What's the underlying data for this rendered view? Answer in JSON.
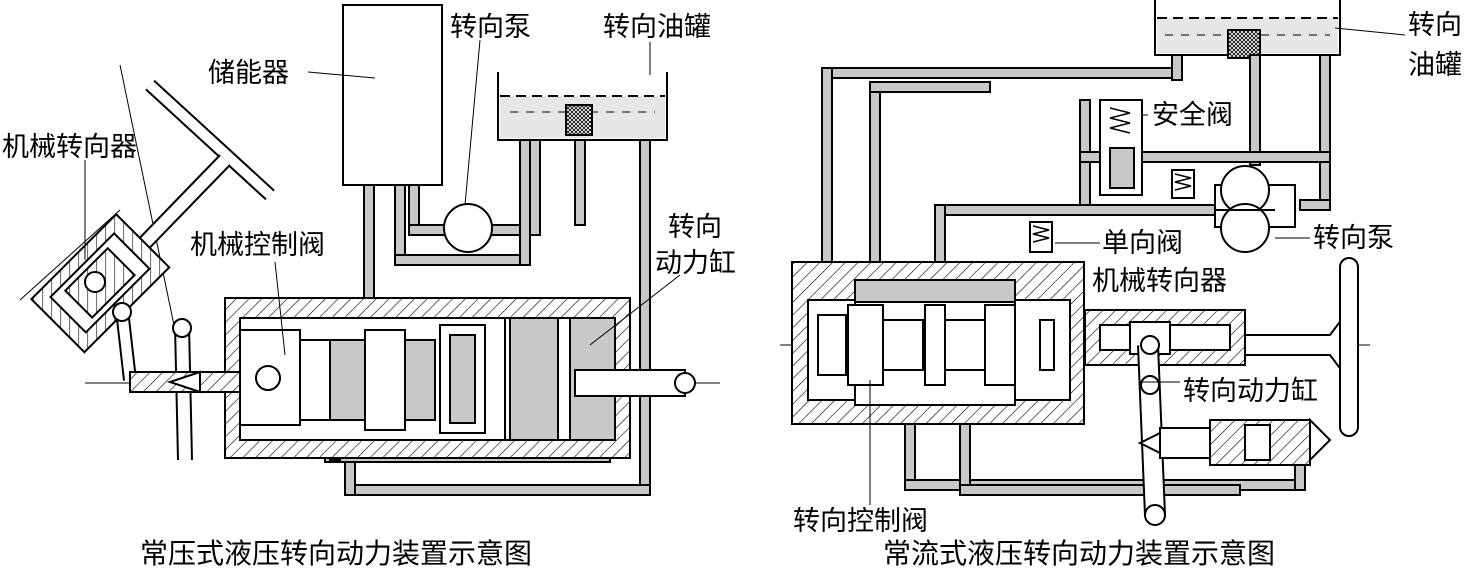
{
  "left": {
    "caption": "常压式液压转向动力装置示意图",
    "labels": {
      "accumulator": "储能器",
      "pump": "转向泵",
      "tank": "转向油罐",
      "gear": "机械转向器",
      "valve": "机械控制阀",
      "cylinder_l1": "转向",
      "cylinder_l2": "动力缸"
    }
  },
  "right": {
    "caption": "常流式液压转向动力装置示意图",
    "labels": {
      "tank_l1": "转向",
      "tank_l2": "油罐",
      "safety_valve": "安全阀",
      "check_valve": "单向阀",
      "pump": "转向泵",
      "gear": "机械转向器",
      "cylinder": "转向动力缸",
      "control_valve": "转向控制阀"
    }
  },
  "colors": {
    "line": "#000000",
    "fill": "#c8c8c8",
    "oil": "#e6e6e6"
  }
}
